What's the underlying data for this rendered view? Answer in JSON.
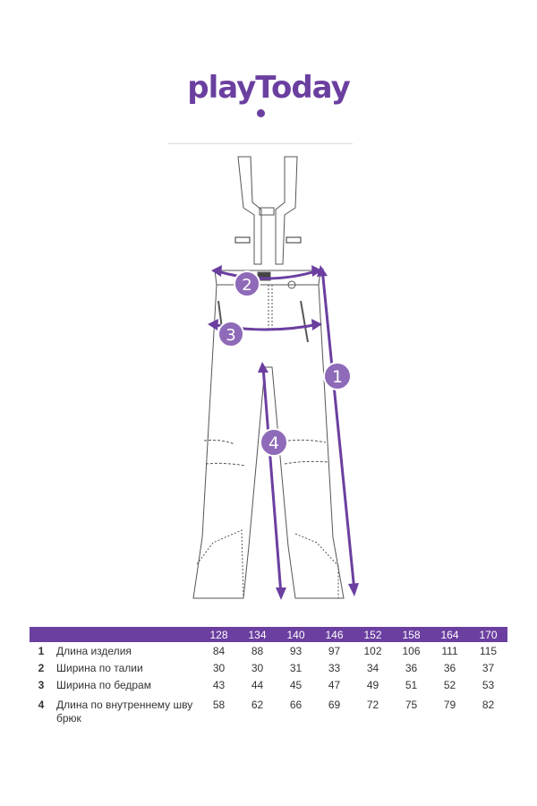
{
  "brand": {
    "name": "playToday",
    "color": "#6b3fa0"
  },
  "markers": [
    "1",
    "2",
    "3",
    "4"
  ],
  "sizes": [
    "128",
    "134",
    "140",
    "146",
    "152",
    "158",
    "164",
    "170"
  ],
  "rows": [
    {
      "num": "1",
      "label": "Длина изделия",
      "values": [
        "84",
        "88",
        "93",
        "97",
        "102",
        "106",
        "111",
        "115"
      ]
    },
    {
      "num": "2",
      "label": "Ширина по талии",
      "values": [
        "30",
        "30",
        "31",
        "33",
        "34",
        "36",
        "36",
        "37"
      ]
    },
    {
      "num": "3",
      "label": "Ширина по бедрам",
      "values": [
        "43",
        "44",
        "45",
        "47",
        "49",
        "51",
        "52",
        "53"
      ]
    },
    {
      "num": "4",
      "label": "Длина по внутреннему шву брюк",
      "values": [
        "58",
        "62",
        "66",
        "69",
        "72",
        "75",
        "79",
        "82"
      ]
    }
  ]
}
